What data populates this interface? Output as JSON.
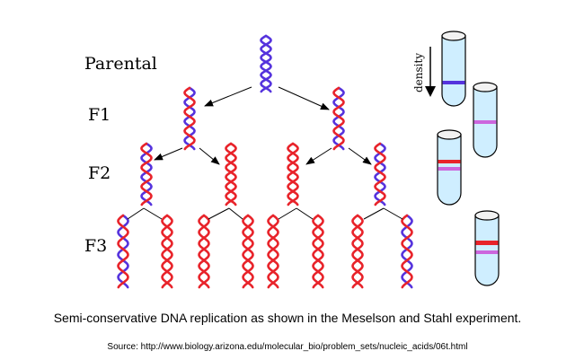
{
  "labels": {
    "parental": "Parental",
    "f1": "F1",
    "f2": "F2",
    "f3": "F3",
    "density": "density"
  },
  "caption": "Semi-conservative DNA replication as shown in the Meselson and Stahl experiment.",
  "source": "Source: http://www.biology.arizona.edu/molecular_bio/problem_sets/nucleic_acids/06t.html",
  "colors": {
    "heavy_strand": "#5533dd",
    "light_strand": "#e8232a",
    "hybrid_band": "#cc66dd",
    "tube_fill": "#cfeeff",
    "arrow": "#000000"
  }
}
